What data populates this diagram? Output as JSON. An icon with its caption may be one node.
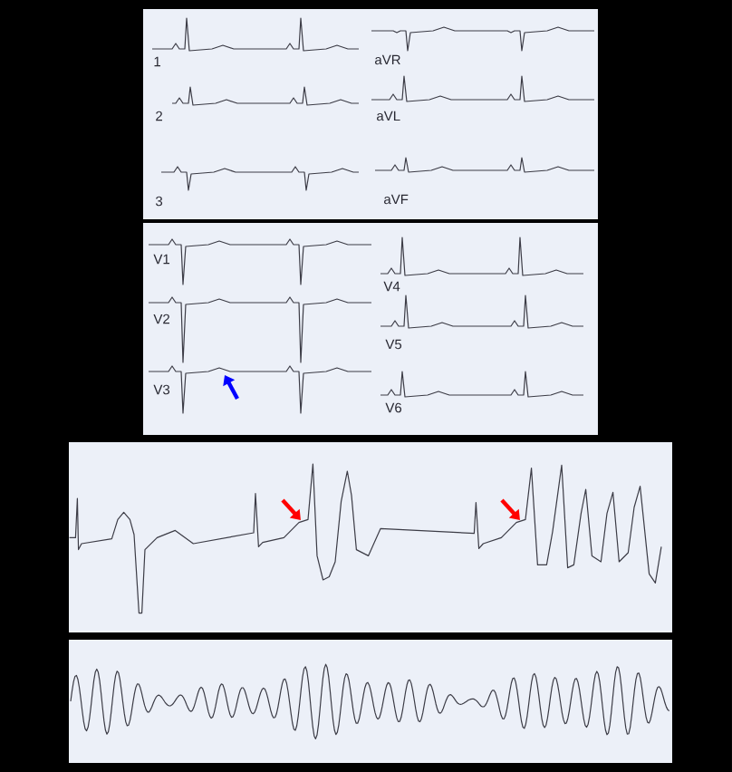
{
  "diagram": {
    "labels": [
      "1",
      "aVR",
      "2",
      "aVL",
      "3",
      "aVF",
      "V1",
      "V4",
      "V2",
      "V5",
      "V3",
      "V6"
    ]
  }
}
